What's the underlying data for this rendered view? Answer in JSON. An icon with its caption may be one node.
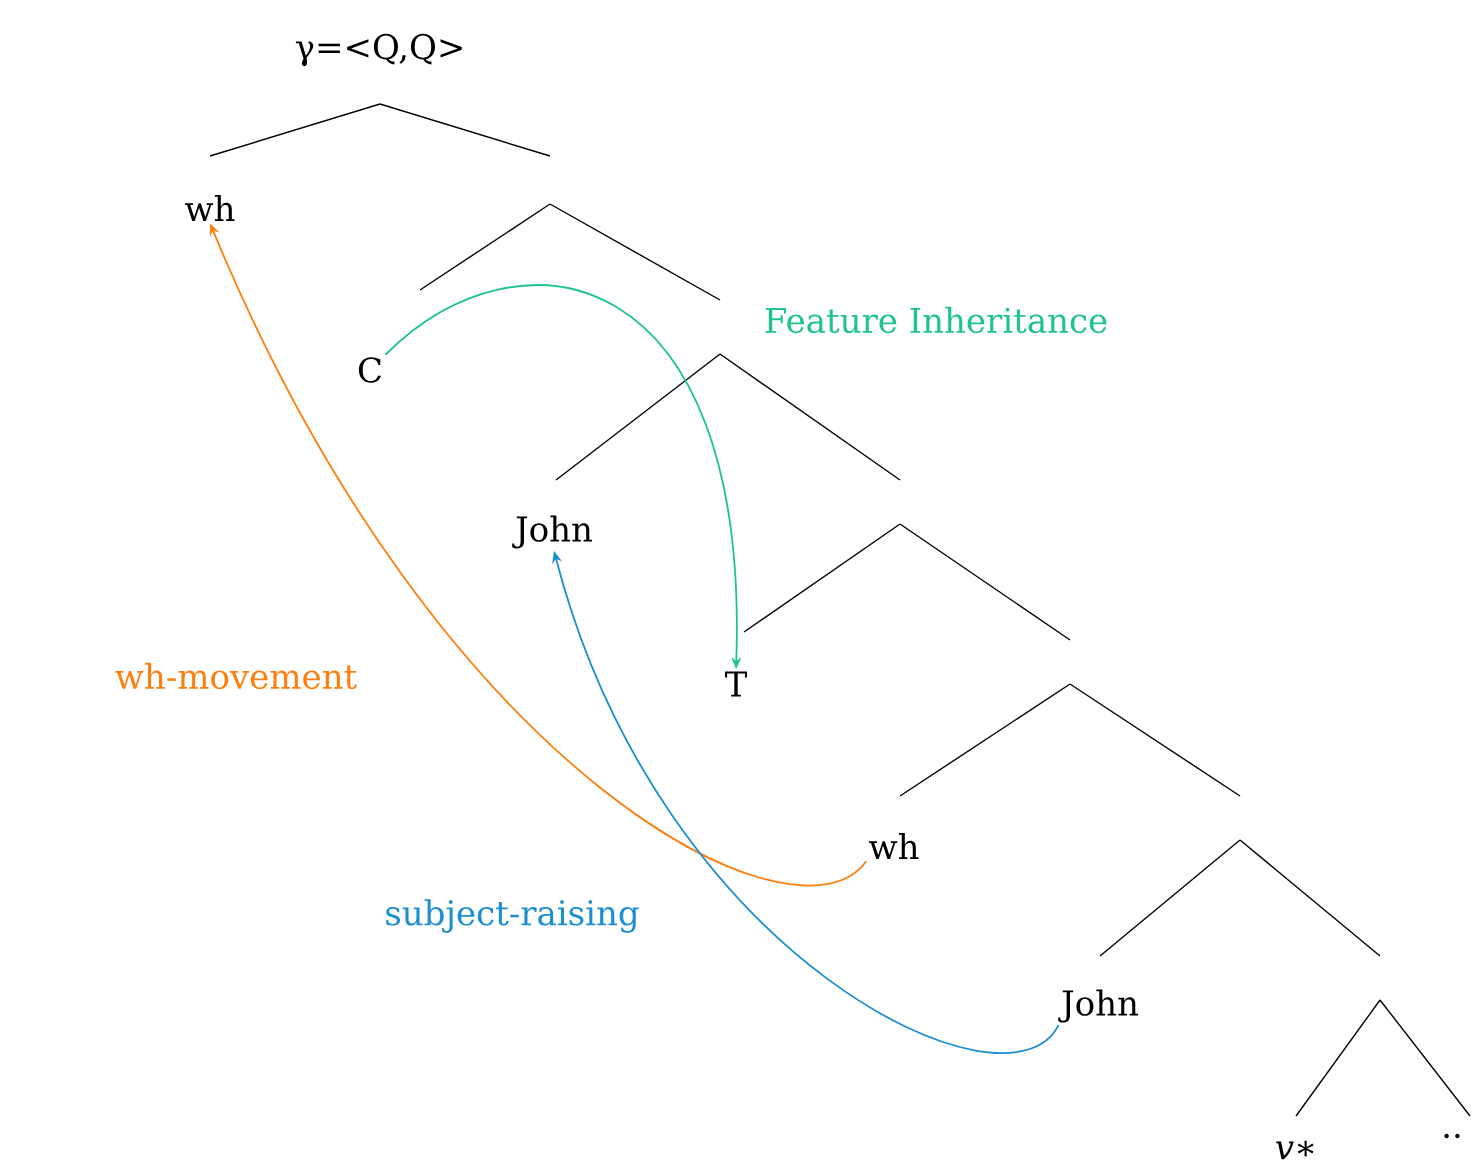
{
  "diagram": {
    "nodes": [
      {
        "text": [
          "γ=<Q,Q>"
        ]
      },
      {
        "text": [
          "wh"
        ]
      },
      {
        "text": [
          "C"
        ]
      },
      {
        "text": [
          "John"
        ]
      },
      {
        "text": [
          "T"
        ]
      },
      {
        "text": [
          "wh"
        ]
      },
      {
        "text": [
          "John"
        ]
      },
      {
        "text": [
          "*v*∗"
        ]
      },
      {
        "text": [
          ".."
        ]
      }
    ],
    "edges": [
      {
        "from": 2,
        "to": 4,
        "arrow": "to",
        "label": "Feature Inheritance",
        "color": "#1dc48f"
      },
      {
        "from": 5,
        "to": 1,
        "arrow": "to",
        "label": "wh-movement",
        "color": "#ff7f0e"
      },
      {
        "from": 6,
        "to": 3,
        "arrow": "to",
        "label": "subject-raising",
        "color": "#1b8fd2"
      }
    ]
  }
}
